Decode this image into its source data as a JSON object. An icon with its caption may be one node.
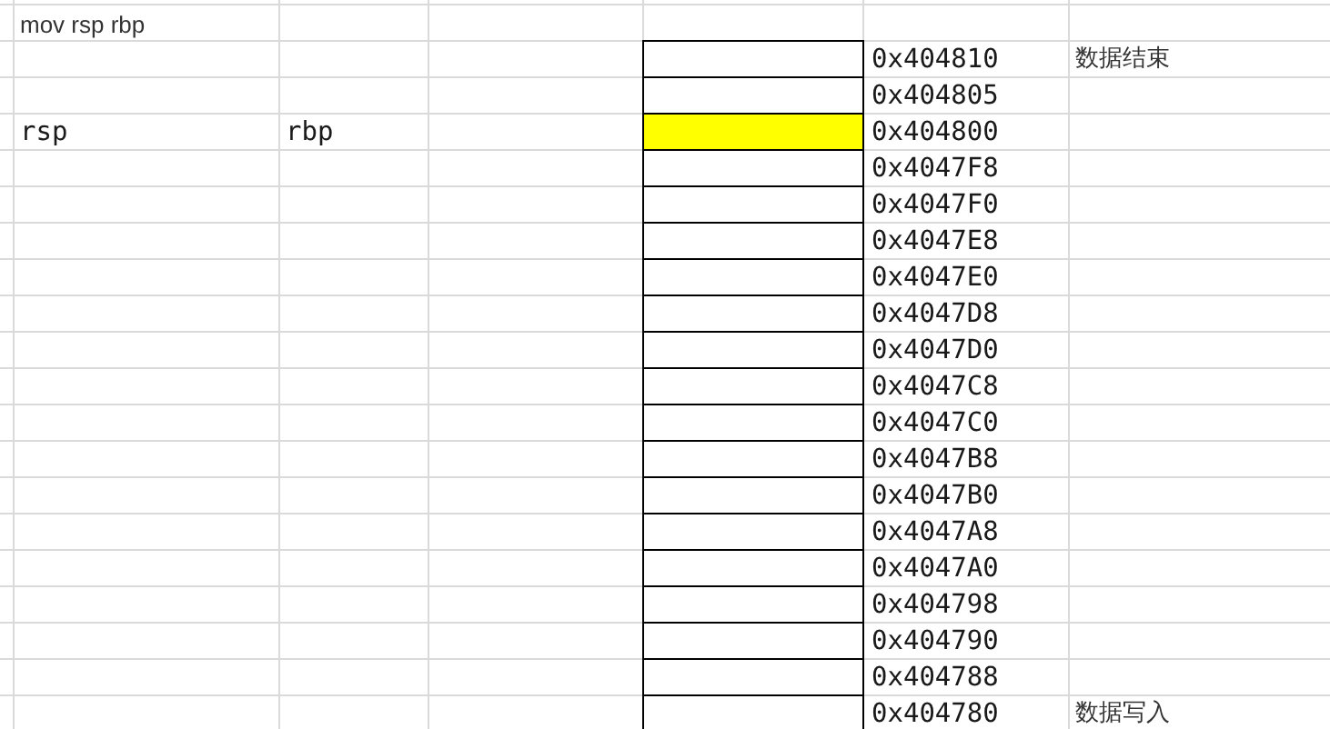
{
  "diagram": {
    "title": "mov rsp rbp",
    "nodes": [
      {
        "text": [],
        "shape": "box",
        "beside": [
          "0x404810",
          "数据结束"
        ]
      },
      {
        "text": [],
        "shape": "box",
        "beside": [
          "0x404805"
        ]
      },
      {
        "text": [],
        "shape": "box",
        "beside": [
          "0x404800"
        ]
      },
      {
        "text": [],
        "shape": "box",
        "beside": [
          "0x4047F8"
        ]
      },
      {
        "text": [],
        "shape": "box",
        "beside": [
          "0x4047F0"
        ]
      },
      {
        "text": [],
        "shape": "box",
        "beside": [
          "0x4047E8"
        ]
      },
      {
        "text": [],
        "shape": "box",
        "beside": [
          "0x4047E0"
        ]
      },
      {
        "text": [],
        "shape": "box",
        "beside": [
          "0x4047D8"
        ]
      },
      {
        "text": [],
        "shape": "box",
        "beside": [
          "0x4047D0"
        ]
      },
      {
        "text": [],
        "shape": "box",
        "beside": [
          "0x4047C8"
        ]
      },
      {
        "text": [],
        "shape": "box",
        "beside": [
          "0x4047C0"
        ]
      },
      {
        "text": [],
        "shape": "box",
        "beside": [
          "0x4047B8"
        ]
      },
      {
        "text": [],
        "shape": "box",
        "beside": [
          "0x4047B0"
        ]
      },
      {
        "text": [],
        "shape": "box",
        "beside": [
          "0x4047A8"
        ]
      },
      {
        "text": [],
        "shape": "box",
        "beside": [
          "0x4047A0"
        ]
      },
      {
        "text": [],
        "shape": "box",
        "beside": [
          "0x404798"
        ]
      },
      {
        "text": [],
        "shape": "box",
        "beside": [
          "0x404790"
        ]
      },
      {
        "text": [],
        "shape": "box",
        "beside": [
          "0x404788"
        ]
      },
      {
        "text": [],
        "shape": "box",
        "beside": [
          "0x404780",
          "数据写入"
        ]
      }
    ],
    "labels": [
      "rsp",
      "rbp"
    ]
  }
}
